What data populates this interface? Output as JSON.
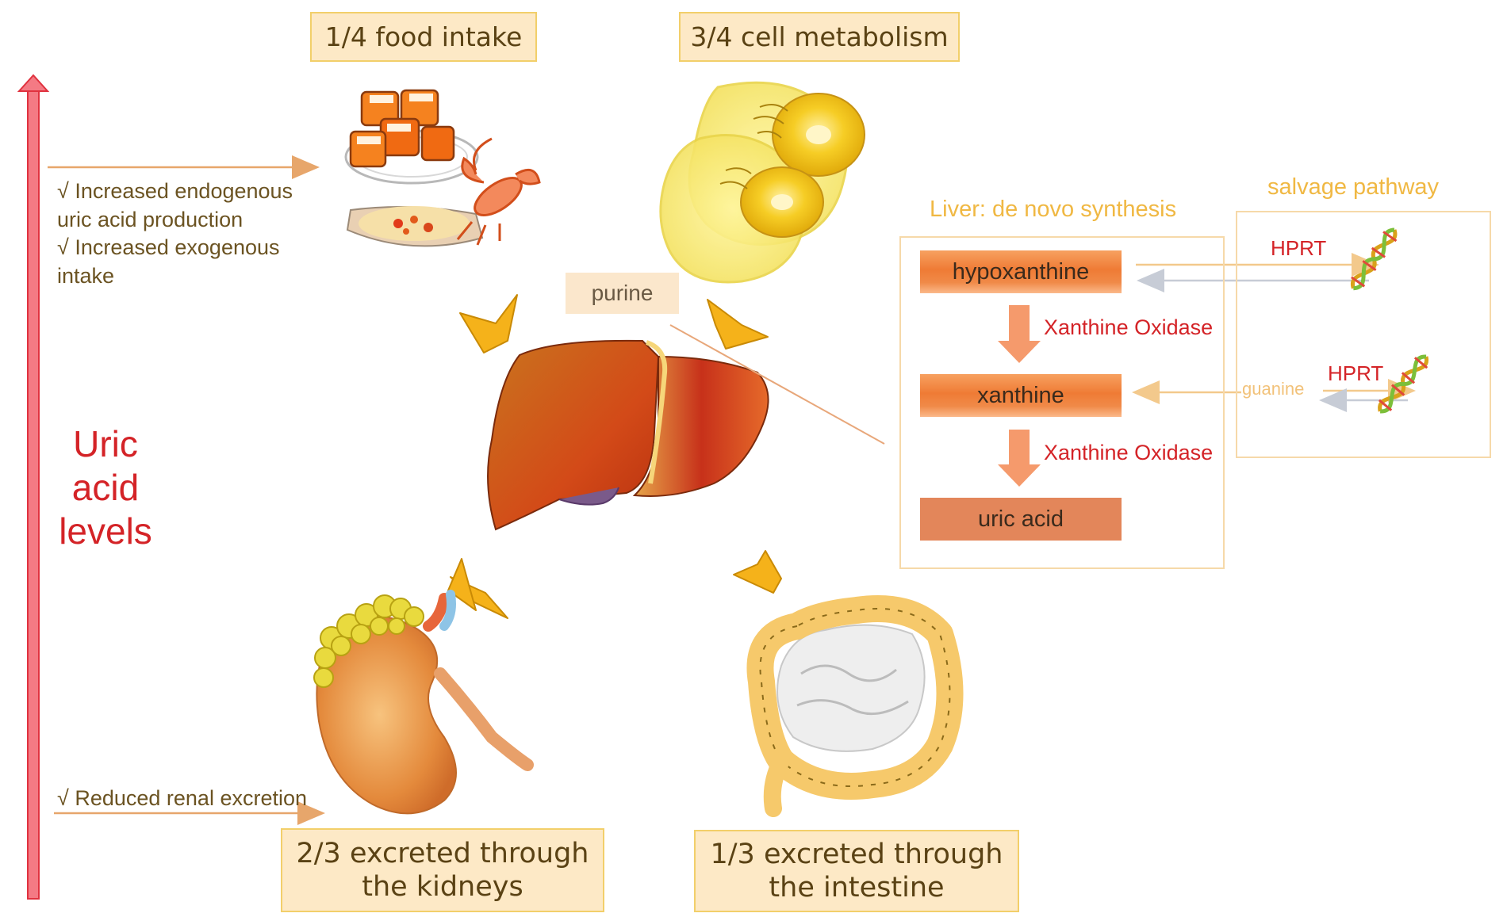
{
  "top_labels": {
    "food_intake": "1/4 food intake",
    "cell_metabolism": "3/4 cell metabolism"
  },
  "side_notes": {
    "items": [
      "√  Increased endogenous uric acid production",
      "√  Increased exogenous intake"
    ],
    "renal": "√  Reduced renal excretion"
  },
  "uric_axis": {
    "lines": [
      "Uric",
      "acid",
      "levels"
    ]
  },
  "purine_label": "purine",
  "liver_panel": {
    "title": "Liver: de novo synthesis",
    "boxes": [
      "hypoxanthine",
      "xanthine",
      "uric acid"
    ],
    "enzyme": "Xanthine Oxidase"
  },
  "salvage_panel": {
    "title": "salvage pathway",
    "hprt": "HPRT",
    "guanine": "guanine"
  },
  "bottom_labels": {
    "kidneys": "2/3 excreted through the kidneys",
    "intestine": "1/3 excreted through the intestine"
  },
  "colors": {
    "accent_red": "#d42327",
    "box_fill": "#fde9c6",
    "box_border": "#f2cf6a",
    "chevron": "#f5b21a",
    "metabolite_orange": "#ef7b35"
  }
}
